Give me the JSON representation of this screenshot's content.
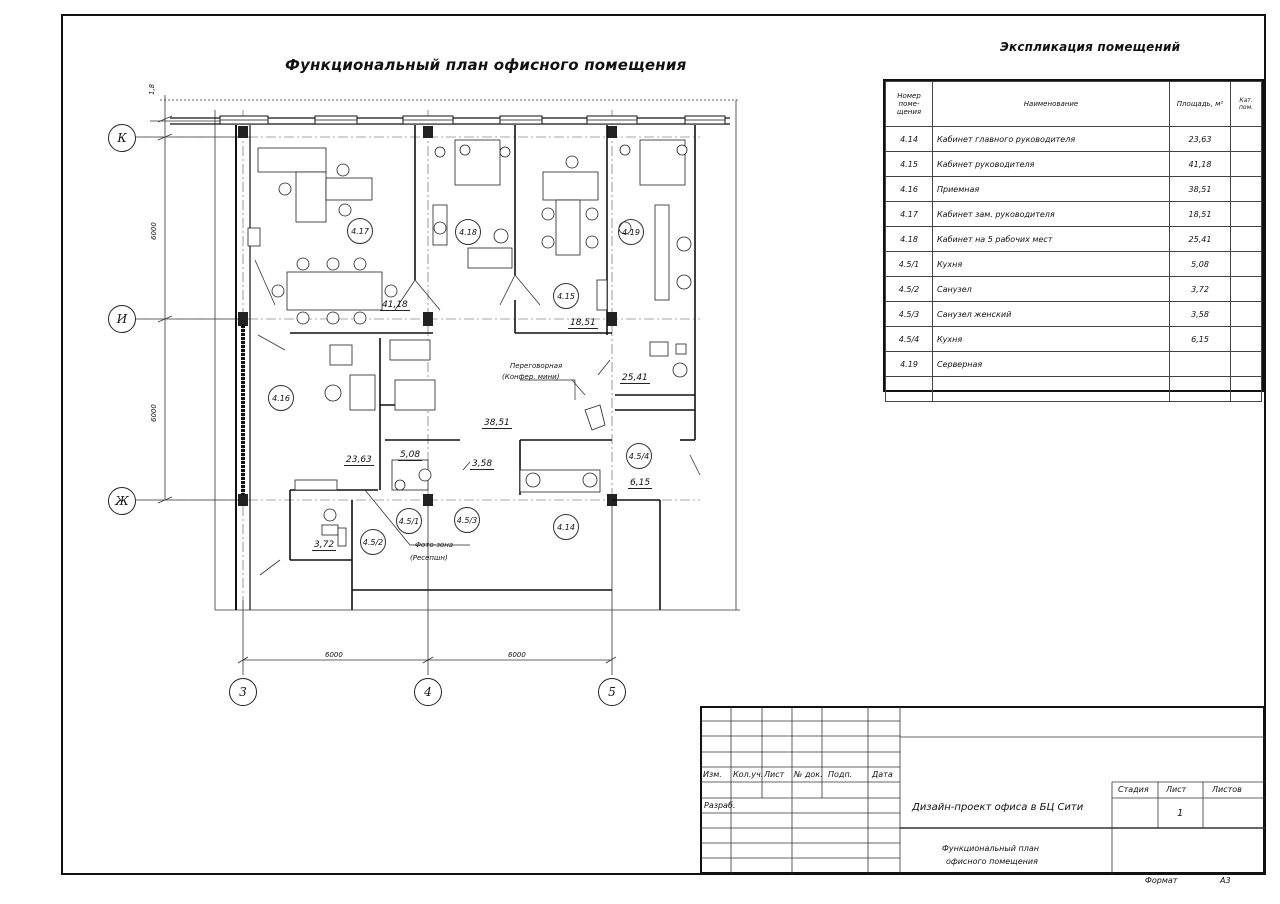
{
  "drawing": {
    "title": "Функциональный план офисного помещения",
    "axes": {
      "rows": [
        "К",
        "И",
        "Ж"
      ],
      "columns": [
        "3",
        "4",
        "5"
      ]
    },
    "dimensions": {
      "left": [
        "1,8",
        "6000",
        "6000"
      ],
      "bottom": [
        "6000",
        "6000"
      ]
    },
    "rooms": [
      "4.17",
      "4.18",
      "4.16",
      "4.19",
      "4.15",
      "4.5/1",
      "4.5/3",
      "4.5/2",
      "4.14",
      "4.5/4"
    ],
    "areas": [
      "41,18",
      "18,51",
      "25,41",
      "23,63",
      "5,08",
      "38,51",
      "3,58",
      "6,15",
      "3,72"
    ],
    "callouts": [
      {
        "line1": "Переговорная",
        "line2": "(Конфер. мини)"
      },
      {
        "line1": "Фото-зона",
        "line2": "(Ресепшн)"
      }
    ]
  },
  "explication": {
    "title": "Экспликация помещений",
    "headers": [
      "Номер поме-щения",
      "Наименование",
      "Площадь, м²",
      "Кат. пом."
    ],
    "rows": [
      {
        "num": "4.14",
        "name": "Кабинет главного руководителя",
        "area": "23,63"
      },
      {
        "num": "4.15",
        "name": "Кабинет руководителя",
        "area": "41,18"
      },
      {
        "num": "4.16",
        "name": "Приемная",
        "area": "38,51"
      },
      {
        "num": "4.17",
        "name": "Кабинет зам. руководителя",
        "area": "18,51"
      },
      {
        "num": "4.18",
        "name": "Кабинет на 5 рабочих мест",
        "area": "25,41"
      },
      {
        "num": "4.5/1",
        "name": "Кухня",
        "area": "5,08"
      },
      {
        "num": "4.5/2",
        "name": "Санузел",
        "area": "3,72"
      },
      {
        "num": "4.5/3",
        "name": "Санузел женский",
        "area": "3,58"
      },
      {
        "num": "4.5/4",
        "name": "Кухня",
        "area": "6,15"
      },
      {
        "num": "4.19",
        "name": "Серверная",
        "area": ""
      },
      {
        "num": "",
        "name": "",
        "area": ""
      }
    ]
  },
  "stamp": {
    "headers": [
      "Изм.",
      "Кол.уч.",
      "Лист",
      "№ док.",
      "Подп.",
      "Дата"
    ],
    "developer_label": "Разраб.",
    "project": "Дизайн-проект офиса в БЦ Сити",
    "sheet_title_line1": "Функциональный план",
    "sheet_title_line2": "офисного помещения",
    "stage_label": "Стадия",
    "sheet_label": "Лист",
    "sheets_label": "Листов",
    "sheet_number": "1",
    "format_label": "Формат",
    "format_value": "А3"
  }
}
